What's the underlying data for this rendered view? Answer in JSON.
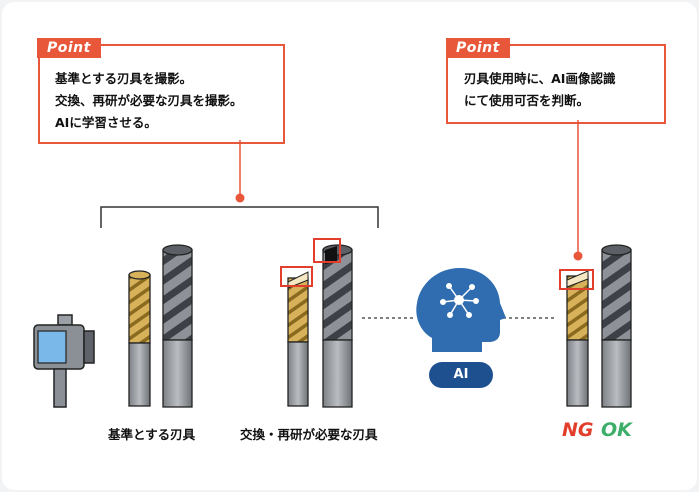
{
  "points": [
    {
      "tag": "Point",
      "lines": [
        "基準とする刃具を撮影。",
        "交換、再研が必要な刃具を撮影。",
        "AIに学習させる。"
      ]
    },
    {
      "tag": "Point",
      "lines": [
        "刃具使用時に、AI画像認識",
        "にて使用可否を判断。"
      ]
    }
  ],
  "labels": {
    "reference": "基準とする刃具",
    "replace": "交換・再研が必要な刃具"
  },
  "ai_label": "AI",
  "result": {
    "ng": "NG",
    "ok": "OK"
  },
  "colors": {
    "accent": "#e8573a",
    "navy": "#1e4f8e",
    "ai_blue": "#2f6db0",
    "ng": "#e33d2c",
    "ok": "#3cae6a",
    "gold": "#c9a24a"
  }
}
